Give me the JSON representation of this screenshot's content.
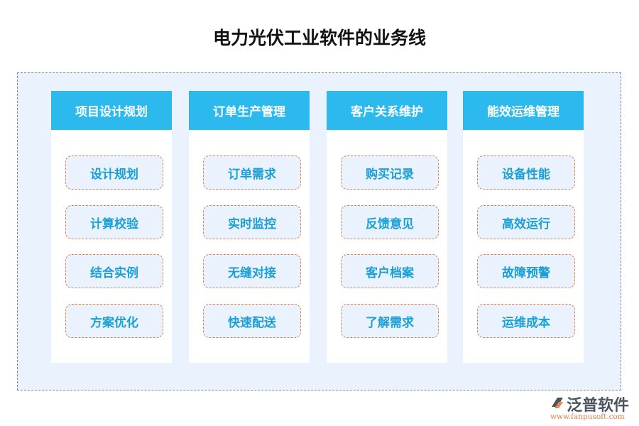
{
  "title": "电力光伏工业软件的业务线",
  "columns": [
    {
      "header": "项目设计规划",
      "items": [
        "设计规划",
        "计算校验",
        "结合实例",
        "方案优化"
      ]
    },
    {
      "header": "订单生产管理",
      "items": [
        "订单需求",
        "实时监控",
        "无缝对接",
        "快速配送"
      ]
    },
    {
      "header": "客户关系维护",
      "items": [
        "购买记录",
        "反馈意见",
        "客户档案",
        "了解需求"
      ]
    },
    {
      "header": "能效运维管理",
      "items": [
        "设备性能",
        "高效运行",
        "故障预警",
        "运维成本"
      ]
    }
  ],
  "logo": {
    "name": "泛普软件",
    "url": "www.fanpusoft.com"
  },
  "colors": {
    "header": "#2bb9ee",
    "item_text": "#1a9fd6",
    "item_border": "#d9824a",
    "background": "#eaf3fd"
  }
}
